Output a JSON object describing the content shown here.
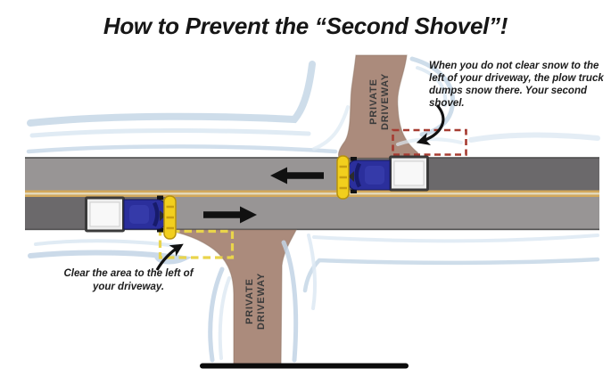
{
  "title": "How to Prevent the “Second Shovel”!",
  "annotations": {
    "top_right": "When you do not clear snow to the left of your driveway, the plow truck dumps snow there. Your second shovel.",
    "bottom_left": "Clear the area to the left of your driveway."
  },
  "driveway_labels": {
    "top": {
      "line1": "PRIVATE",
      "line2": "DRIVEWAY"
    },
    "bottom": {
      "line1": "PRIVATE",
      "line2": "DRIVEWAY"
    }
  },
  "colors": {
    "road_light": "#989595",
    "road_dark": "#6b696b",
    "median_cream": "#e3d9bd",
    "center_line_gold": "#d2a85c",
    "driveway_brown": "#ab8b7c",
    "snow_shadow_blue": "#c2d4e5",
    "snow_shadow_light": "#dde9f3",
    "truck_cab_blue": "#2b2f9c",
    "truck_box_white": "#eeeeee",
    "plow_yellow": "#f2cf1d",
    "highlight_red_dash": "#a63b31",
    "highlight_yellow_dash": "#e9d44b",
    "arrow_black": "#111111"
  }
}
